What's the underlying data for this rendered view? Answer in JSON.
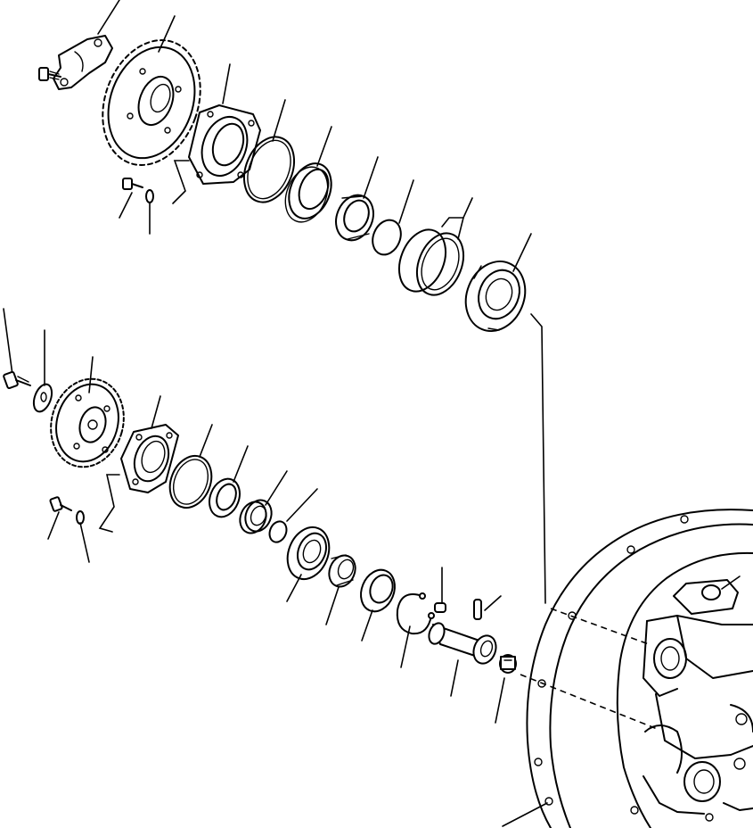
{
  "drawing": {
    "kind": "exploded-parts-view",
    "line_color": "#000000",
    "background": "#ffffff",
    "has_text": false
  },
  "upper_group": {
    "parts": [
      "retainer-plate",
      "mounting-bolt",
      "sprocket-gear",
      "bearing-housing",
      "housing-bolt",
      "washer",
      "o-ring",
      "oil-seal",
      "spacer-sleeve",
      "snap-ring",
      "seal-ring-pair",
      "ball-bearing"
    ]
  },
  "lower_group": {
    "parts": [
      "bolt",
      "thrust-washer",
      "helical-gear",
      "bearing-cover",
      "cover-bolt",
      "washer",
      "o-ring",
      "oil-seal",
      "collar",
      "small-o-ring",
      "ball-bearing",
      "spacer",
      "ball-bearing-2",
      "circlip",
      "spring-pin",
      "idler-shaft",
      "dowel-pin",
      "sleeve"
    ]
  },
  "assembly": {
    "name": "flywheel-housing"
  }
}
